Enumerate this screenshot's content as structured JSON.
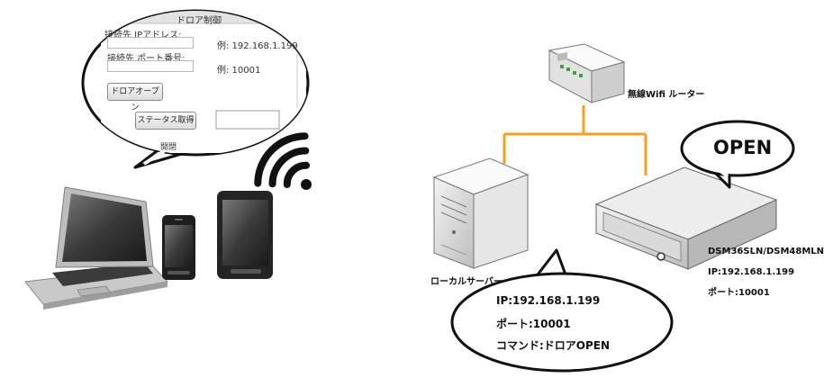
{
  "panel": {
    "title": "ドロア制御",
    "ip_label": "接続先 IPアドレス:",
    "ip_example": "例: 192.168.1.199",
    "port_label": "接続先 ポート番号:",
    "port_example": "例: 10001",
    "open_button": "ドロアオープン",
    "status_button": "ステータス取得",
    "cut_text": "開閉"
  },
  "router": {
    "label": "無線Wifi ルーター"
  },
  "server": {
    "label": "ローカルサーバー"
  },
  "drawer": {
    "model": "DSM36SLN/DSM48MLN",
    "ip": "IP:192.168.1.199",
    "port": "ポート:10001"
  },
  "open_bubble": {
    "text": "OPEN"
  },
  "command_bubble": {
    "ip": "IP:192.168.1.199",
    "port": "ポート:10001",
    "command": "コマンド:ドロアOPEN"
  },
  "colors": {
    "network_line": "#f5a21a",
    "bubble_border": "#111111",
    "device_dark": "#333333"
  }
}
